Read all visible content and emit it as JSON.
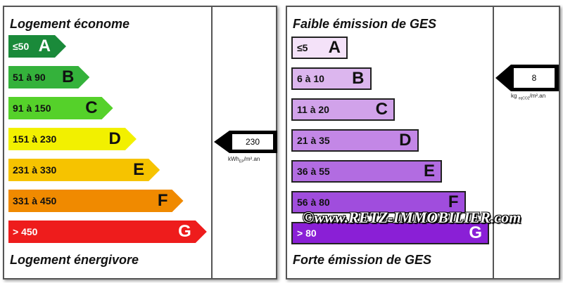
{
  "energy": {
    "top_label": "Logement économe",
    "bottom_label": "Logement énergivore",
    "value": "230",
    "unit": "kWhEP/m².an",
    "unit_main": "kWh",
    "unit_sub": "EP",
    "unit_tail": "/m².an",
    "classes": [
      {
        "range": "≤50",
        "letter": "A",
        "color": "#1a8a3a"
      },
      {
        "range": "51 à 90",
        "letter": "B",
        "color": "#34b23b"
      },
      {
        "range": "91 à 150",
        "letter": "C",
        "color": "#55d12a"
      },
      {
        "range": "151 à 230",
        "letter": "D",
        "color": "#f2f000"
      },
      {
        "range": "231 à 330",
        "letter": "E",
        "color": "#f6c300"
      },
      {
        "range": "331 à 450",
        "letter": "F",
        "color": "#f08a00"
      },
      {
        "range": "> 450",
        "letter": "G",
        "color": "#ee1c1c"
      }
    ],
    "current_class": "D"
  },
  "ges": {
    "top_label": "Faible émission de GES",
    "bottom_label": "Forte émission de GES",
    "value": "8",
    "unit_main": "kg",
    "unit_sub": "eqCO2",
    "unit_tail": "/m².an",
    "classes": [
      {
        "range": "≤5",
        "letter": "A",
        "color": "#f4e2f9"
      },
      {
        "range": "6 à 10",
        "letter": "B",
        "color": "#dcb6ee"
      },
      {
        "range": "11 à 20",
        "letter": "C",
        "color": "#d1a2ea"
      },
      {
        "range": "21 à 35",
        "letter": "D",
        "color": "#c387e6"
      },
      {
        "range": "36 à 55",
        "letter": "E",
        "color": "#b26ce1"
      },
      {
        "range": "56 à 80",
        "letter": "F",
        "color": "#a04ddd"
      },
      {
        "range": "> 80",
        "letter": "G",
        "color": "#8a1fd6"
      }
    ],
    "current_class": "B"
  },
  "watermark": "©www.RETZ-IMMOBILIER.com"
}
